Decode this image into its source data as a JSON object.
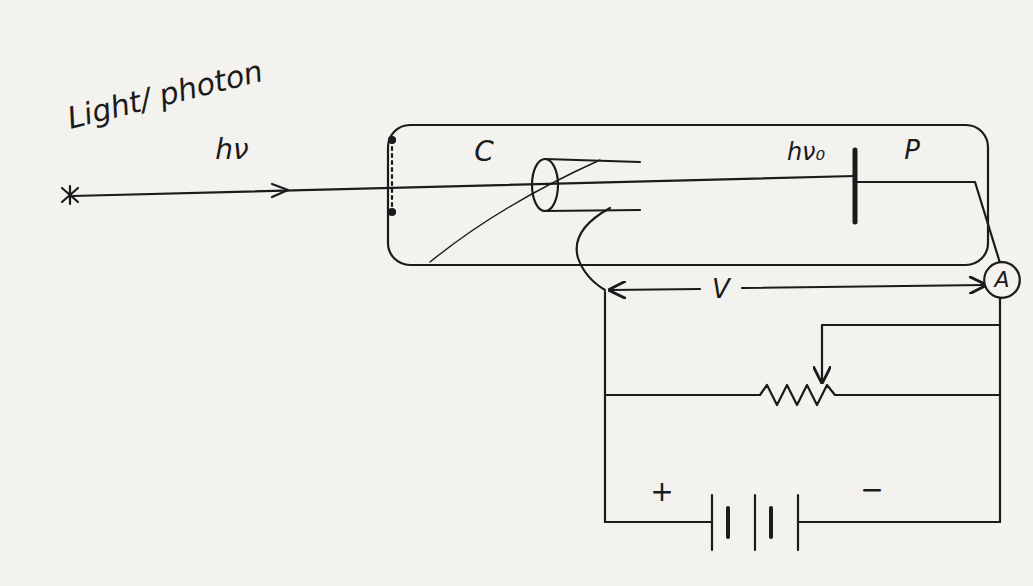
{
  "diagram": {
    "nodes": [
      {
        "text": [
          "A"
        ]
      }
    ],
    "labels": [
      "Light/ photon",
      "hν",
      "C",
      "hν₀",
      "P",
      "V",
      "+",
      "−"
    ]
  }
}
